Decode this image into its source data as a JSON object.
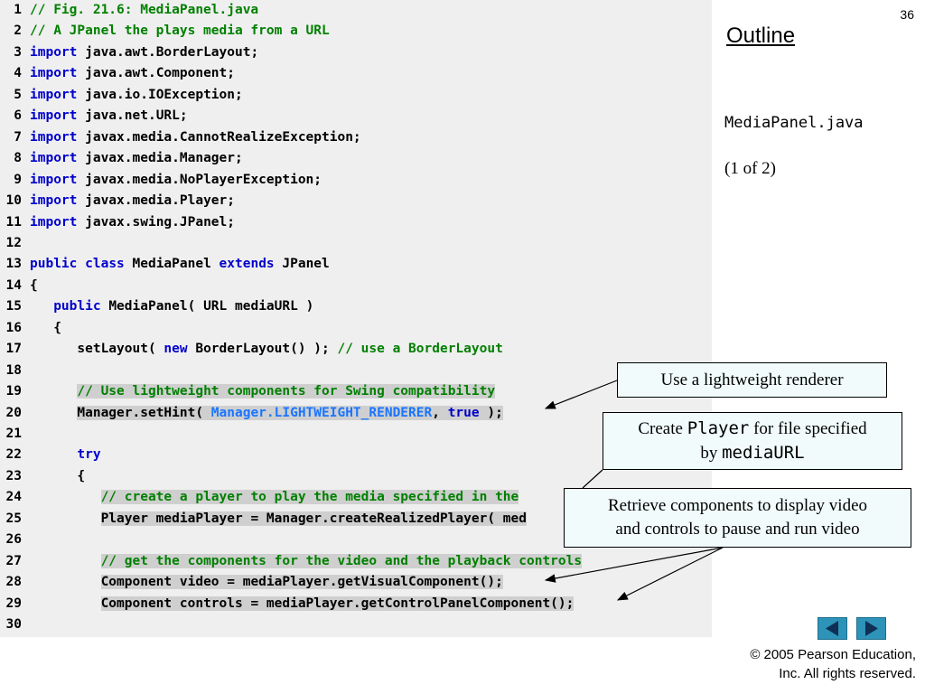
{
  "slide": {
    "page_number": "36",
    "outline_label": "Outline",
    "file_name": "MediaPanel.java",
    "page_of": "(1 of 2)",
    "copyright_line1": "© 2005 Pearson Education,",
    "copyright_line2": "Inc.  All rights reserved."
  },
  "code": [
    {
      "n": "1",
      "segs": [
        {
          "t": "// Fig. 21.6: MediaPanel.java",
          "c": "cm"
        }
      ]
    },
    {
      "n": "2",
      "segs": [
        {
          "t": "// A JPanel the plays media from a URL",
          "c": "cm"
        }
      ]
    },
    {
      "n": "3",
      "segs": [
        {
          "t": "import",
          "c": "kw"
        },
        {
          "t": " java.awt.BorderLayout;"
        }
      ]
    },
    {
      "n": "4",
      "segs": [
        {
          "t": "import",
          "c": "kw"
        },
        {
          "t": " java.awt.Component;"
        }
      ]
    },
    {
      "n": "5",
      "segs": [
        {
          "t": "import",
          "c": "kw"
        },
        {
          "t": " java.io.IOException;"
        }
      ]
    },
    {
      "n": "6",
      "segs": [
        {
          "t": "import",
          "c": "kw"
        },
        {
          "t": " java.net.URL;"
        }
      ]
    },
    {
      "n": "7",
      "segs": [
        {
          "t": "import",
          "c": "kw"
        },
        {
          "t": " javax.media.CannotRealizeException;"
        }
      ]
    },
    {
      "n": "8",
      "segs": [
        {
          "t": "import",
          "c": "kw"
        },
        {
          "t": " javax.media.Manager;"
        }
      ]
    },
    {
      "n": "9",
      "segs": [
        {
          "t": "import",
          "c": "kw"
        },
        {
          "t": " javax.media.NoPlayerException;"
        }
      ]
    },
    {
      "n": "10",
      "segs": [
        {
          "t": "import",
          "c": "kw"
        },
        {
          "t": " javax.media.Player;"
        }
      ]
    },
    {
      "n": "11",
      "segs": [
        {
          "t": "import",
          "c": "kw"
        },
        {
          "t": " javax.swing.JPanel;"
        }
      ]
    },
    {
      "n": "12",
      "segs": []
    },
    {
      "n": "13",
      "segs": [
        {
          "t": "public",
          "c": "kw"
        },
        {
          "t": " "
        },
        {
          "t": "class",
          "c": "kw"
        },
        {
          "t": " MediaPanel "
        },
        {
          "t": "extends",
          "c": "kw"
        },
        {
          "t": " JPanel"
        }
      ]
    },
    {
      "n": "14",
      "segs": [
        {
          "t": "{"
        }
      ]
    },
    {
      "n": "15",
      "segs": [
        {
          "t": "   "
        },
        {
          "t": "public",
          "c": "kw"
        },
        {
          "t": " MediaPanel( URL mediaURL )"
        }
      ]
    },
    {
      "n": "16",
      "segs": [
        {
          "t": "   {"
        }
      ]
    },
    {
      "n": "17",
      "segs": [
        {
          "t": "      setLayout( "
        },
        {
          "t": "new",
          "c": "kw"
        },
        {
          "t": " BorderLayout() ); "
        },
        {
          "t": "// use a BorderLayout",
          "c": "cm"
        }
      ]
    },
    {
      "n": "18",
      "segs": []
    },
    {
      "n": "19",
      "segs": [
        {
          "t": "      "
        },
        {
          "t": "// Use lightweight components for Swing compatibility",
          "c": "cm hl"
        }
      ]
    },
    {
      "n": "20",
      "segs": [
        {
          "t": "      "
        },
        {
          "t": "Manager.setHint( ",
          "c": "hl"
        },
        {
          "t": "Manager.LIGHTWEIGHT_RENDERER",
          "c": "fld hl"
        },
        {
          "t": ", ",
          "c": "hl"
        },
        {
          "t": "true",
          "c": "kw hl"
        },
        {
          "t": " );",
          "c": "hl"
        }
      ]
    },
    {
      "n": "21",
      "segs": []
    },
    {
      "n": "22",
      "segs": [
        {
          "t": "      "
        },
        {
          "t": "try",
          "c": "kw"
        }
      ]
    },
    {
      "n": "23",
      "segs": [
        {
          "t": "      {"
        }
      ]
    },
    {
      "n": "24",
      "segs": [
        {
          "t": "         "
        },
        {
          "t": "// create a player to play the media specified in the",
          "c": "cm hl"
        }
      ]
    },
    {
      "n": "25",
      "segs": [
        {
          "t": "         "
        },
        {
          "t": "Player mediaPlayer = Manager.createRealizedPlayer( med",
          "c": "hl"
        }
      ]
    },
    {
      "n": "26",
      "segs": []
    },
    {
      "n": "27",
      "segs": [
        {
          "t": "         "
        },
        {
          "t": "// get the components for the video and the playback controls",
          "c": "cm hl"
        }
      ]
    },
    {
      "n": "28",
      "segs": [
        {
          "t": "         "
        },
        {
          "t": "Component video = mediaPlayer.getVisualComponent();",
          "c": "hl"
        }
      ]
    },
    {
      "n": "29",
      "segs": [
        {
          "t": "         "
        },
        {
          "t": "Component controls = mediaPlayer.getControlPanelComponent();",
          "c": "hl"
        }
      ]
    },
    {
      "n": "30",
      "segs": []
    }
  ],
  "callouts": {
    "c1": {
      "text": "Use a lightweight renderer"
    },
    "c2": {
      "pre": "Create ",
      "mono1": "Player",
      "mid": " for file specified",
      "line2pre": "by ",
      "mono2": "mediaURL"
    },
    "c3": {
      "line1": "Retrieve components to display video",
      "line2": "and controls to pause and run video"
    }
  },
  "colors": {
    "keyword": "#0000cc",
    "comment": "#008000",
    "field": "#1a75ff",
    "highlight": "#cfcfcf",
    "code_bg": "#efefef",
    "callout_bg": "#f1fbfb",
    "nav_button": "#2e93b8"
  },
  "nav": {
    "prev_icon": "triangle-left-icon",
    "next_icon": "triangle-right-icon"
  }
}
